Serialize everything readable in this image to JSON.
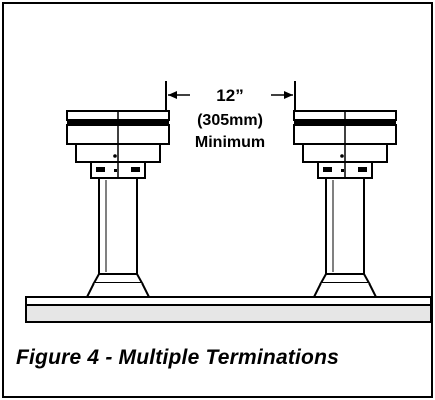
{
  "figure": {
    "caption": "Figure 4 - Multiple Terminations",
    "dimension": {
      "value": "12”",
      "metric": "(305mm)",
      "qualifier": "Minimum"
    }
  },
  "colors": {
    "line": "#000000",
    "roof_fill": "#e6e6e6",
    "background": "#ffffff"
  }
}
